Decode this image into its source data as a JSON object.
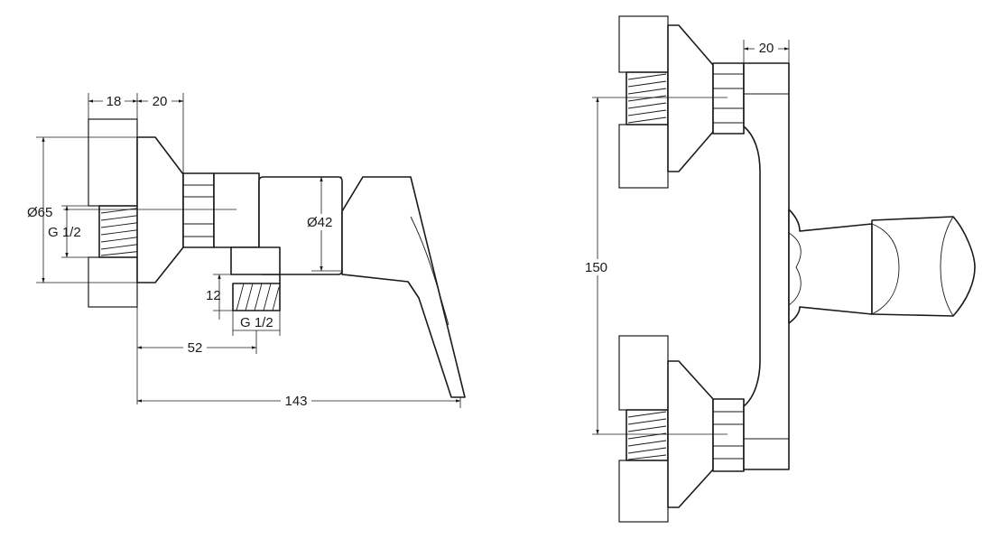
{
  "dimensions": {
    "wall_thickness": "18",
    "connector_depth": "20",
    "escutcheon_diameter": "Ø65",
    "inlet_thread": "G 1/2",
    "body_diameter": "Ø42",
    "outlet_height": "12",
    "outlet_thread": "G 1/2",
    "outlet_offset": "52",
    "total_depth": "143",
    "axis_spacing": "150",
    "front_connector_depth": "20"
  }
}
